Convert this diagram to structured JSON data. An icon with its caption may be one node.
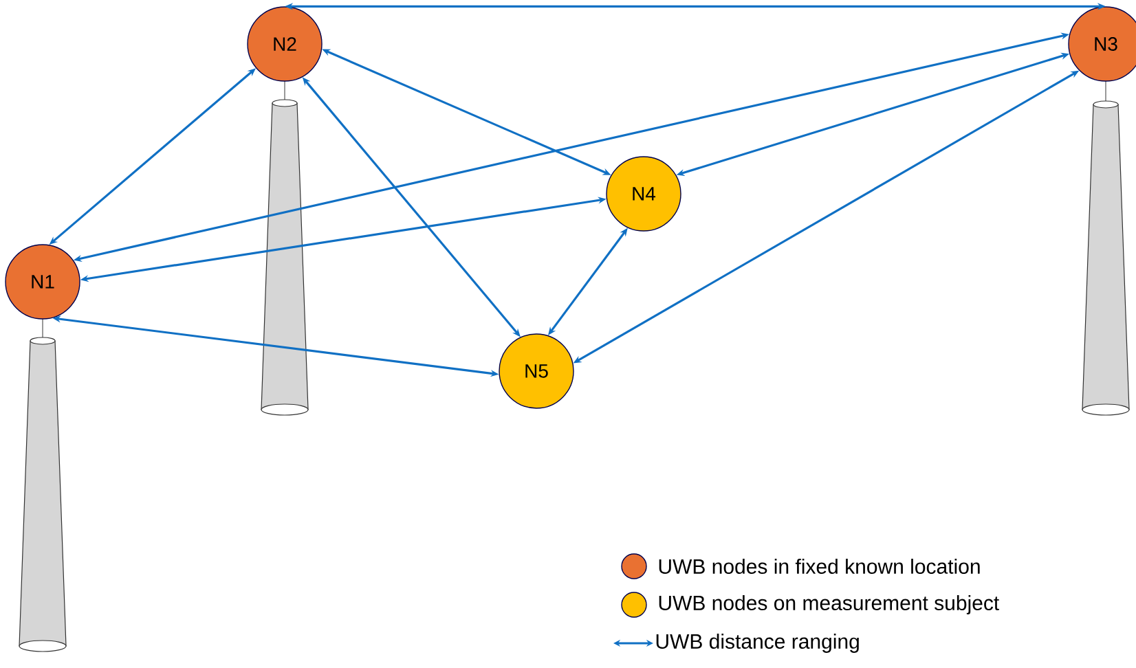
{
  "diagram": {
    "nodes": [
      {
        "text": [
          "N1"
        ]
      },
      {
        "text": [
          "N2"
        ]
      },
      {
        "text": [
          "N3"
        ]
      },
      {
        "text": [
          "N4"
        ]
      },
      {
        "text": [
          "N5"
        ]
      }
    ],
    "edges": [
      {
        "from": 0,
        "to": 1,
        "arrow": "both"
      },
      {
        "from": 1,
        "to": 2,
        "arrow": "both"
      },
      {
        "from": 0,
        "to": 2,
        "arrow": "both"
      },
      {
        "from": 0,
        "to": 3,
        "arrow": "both"
      },
      {
        "from": 0,
        "to": 4,
        "arrow": "both"
      },
      {
        "from": 1,
        "to": 3,
        "arrow": "both"
      },
      {
        "from": 1,
        "to": 4,
        "arrow": "both"
      },
      {
        "from": 2,
        "to": 3,
        "arrow": "both"
      },
      {
        "from": 2,
        "to": 4,
        "arrow": "both"
      },
      {
        "from": 3,
        "to": 4,
        "arrow": "both"
      }
    ],
    "legend": [
      {
        "text": "UWB nodes in fixed known location",
        "color": "#e97132"
      },
      {
        "text": "UWB nodes on measurement subject",
        "color": "#ffc000"
      },
      {
        "text": "UWB distance ranging"
      }
    ]
  }
}
